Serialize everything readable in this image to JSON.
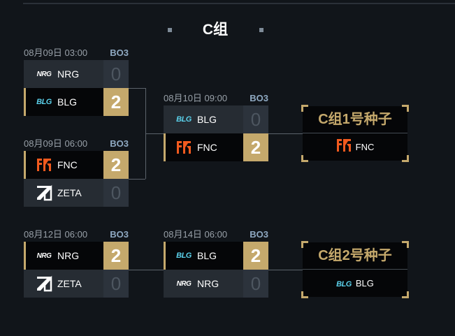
{
  "group": {
    "title": "C组"
  },
  "matches": [
    {
      "id": "m1",
      "time": "08月09日 03:00",
      "format": "BO3",
      "teams": [
        {
          "name": "NRG",
          "logo": "nrg-logo",
          "score": "0",
          "winner": false
        },
        {
          "name": "BLG",
          "logo": "blg-logo",
          "score": "2",
          "winner": true
        }
      ]
    },
    {
      "id": "m2",
      "time": "08月09日 06:00",
      "format": "BO3",
      "teams": [
        {
          "name": "FNC",
          "logo": "fnc-logo",
          "score": "2",
          "winner": true
        },
        {
          "name": "ZETA",
          "logo": "zeta-logo",
          "score": "0",
          "winner": false
        }
      ]
    },
    {
      "id": "m3",
      "time": "08月10日 09:00",
      "format": "BO3",
      "teams": [
        {
          "name": "BLG",
          "logo": "blg-logo",
          "score": "0",
          "winner": false
        },
        {
          "name": "FNC",
          "logo": "fnc-logo",
          "score": "2",
          "winner": true
        }
      ]
    },
    {
      "id": "m4",
      "time": "08月12日 06:00",
      "format": "BO3",
      "teams": [
        {
          "name": "NRG",
          "logo": "nrg-logo",
          "score": "2",
          "winner": true
        },
        {
          "name": "ZETA",
          "logo": "zeta-logo",
          "score": "0",
          "winner": false
        }
      ]
    },
    {
      "id": "m5",
      "time": "08月14日 06:00",
      "format": "BO3",
      "teams": [
        {
          "name": "BLG",
          "logo": "blg-logo",
          "score": "2",
          "winner": true
        },
        {
          "name": "NRG",
          "logo": "nrg-logo",
          "score": "0",
          "winner": false
        }
      ]
    }
  ],
  "seeds": [
    {
      "title": "C组1号种子",
      "team": "FNC",
      "logo": "fnc-logo"
    },
    {
      "title": "C组2号种子",
      "team": "BLG",
      "logo": "blg-logo"
    }
  ],
  "logo_text": {
    "nrg": "NRG",
    "blg": "BLG"
  },
  "colors": {
    "background": "#11151a",
    "gold": "#c5a96c",
    "panel": "#262c33",
    "winner_panel": "#050608",
    "fnc": "#f25a1e",
    "blg": "#5ad0ea"
  }
}
